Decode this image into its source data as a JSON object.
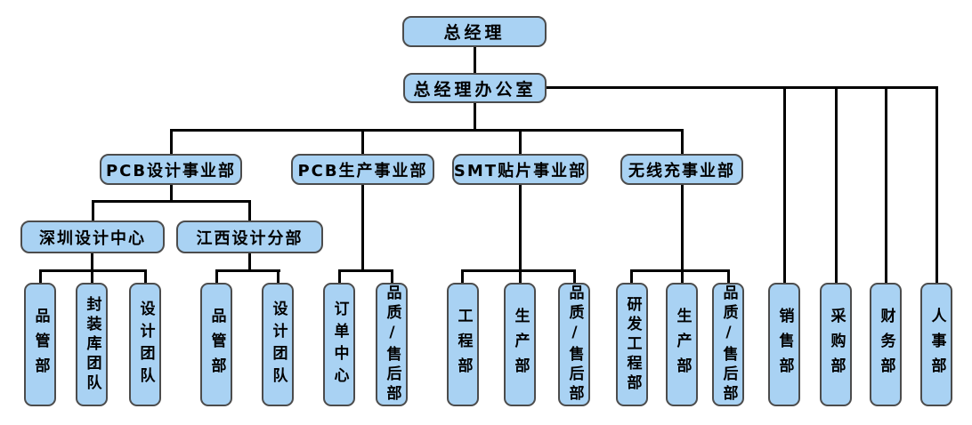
{
  "org_chart": {
    "nodes": {
      "gm": "总经理",
      "gm_office": "总经理办公室",
      "pcb_design": "PCB设计事业部",
      "pcb_prod": "PCB生产事业部",
      "smt": "SMT贴片事业部",
      "wireless": "无线充事业部",
      "sz_center": "深圳设计中心",
      "jx_branch": "江西设计分部",
      "sz_qc": "品管部",
      "sz_lib": "封装库团队",
      "sz_design": "设计团队",
      "jx_qc": "品管部",
      "jx_design": "设计团队",
      "order_center": "订单中心",
      "pcbp_qa": "品质/售后部",
      "smt_eng": "工程部",
      "smt_prod": "生产部",
      "smt_qa": "品质/售后部",
      "wl_rd": "研发工程部",
      "wl_prod": "生产部",
      "wl_qa": "品质/售后部",
      "sales": "销售部",
      "purchasing": "采购部",
      "finance": "财务部",
      "hr": "人事部"
    },
    "edges": [
      [
        "gm",
        "gm_office"
      ],
      [
        "gm_office",
        "pcb_design"
      ],
      [
        "gm_office",
        "pcb_prod"
      ],
      [
        "gm_office",
        "smt"
      ],
      [
        "gm_office",
        "wireless"
      ],
      [
        "gm_office",
        "sales"
      ],
      [
        "gm_office",
        "purchasing"
      ],
      [
        "gm_office",
        "finance"
      ],
      [
        "gm_office",
        "hr"
      ],
      [
        "pcb_design",
        "sz_center"
      ],
      [
        "pcb_design",
        "jx_branch"
      ],
      [
        "sz_center",
        "sz_qc"
      ],
      [
        "sz_center",
        "sz_lib"
      ],
      [
        "sz_center",
        "sz_design"
      ],
      [
        "jx_branch",
        "jx_qc"
      ],
      [
        "jx_branch",
        "jx_design"
      ],
      [
        "pcb_prod",
        "order_center"
      ],
      [
        "pcb_prod",
        "pcbp_qa"
      ],
      [
        "smt",
        "smt_eng"
      ],
      [
        "smt",
        "smt_prod"
      ],
      [
        "smt",
        "smt_qa"
      ],
      [
        "wireless",
        "wl_rd"
      ],
      [
        "wireless",
        "wl_prod"
      ],
      [
        "wireless",
        "wl_qa"
      ]
    ],
    "colors": {
      "box_fill": "#A9D2F3",
      "box_border": "#4c4c4c",
      "line": "#000000"
    }
  }
}
